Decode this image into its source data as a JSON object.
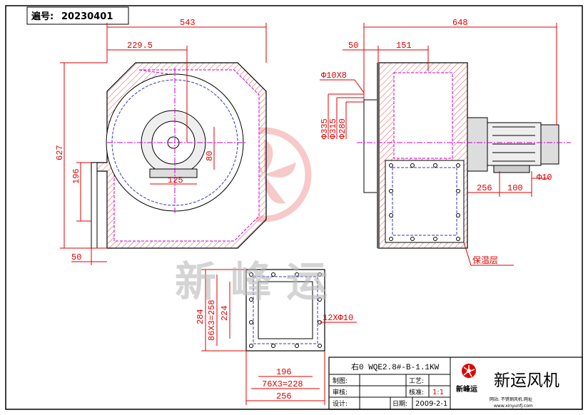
{
  "header": {
    "drawing_no_label": "遍号:",
    "drawing_no": "20230401"
  },
  "watermark": {
    "text": "新峰运"
  },
  "side_view": {
    "dims": {
      "overall_width": "543",
      "offset": "229.5",
      "height": "627",
      "outlet": "196",
      "flange": "50",
      "motor_h": "80",
      "motor_w": "125"
    }
  },
  "front_view": {
    "dims": {
      "overall_width": "648",
      "flange": "50",
      "depth": "151",
      "holes": "Φ10X8",
      "d1": "Φ335",
      "d2": "Φ315",
      "d3": "Φ280",
      "w256": "256",
      "w100": "100",
      "bolt": "Φ10"
    },
    "insulation_label": "保温层"
  },
  "flange_view": {
    "dims": {
      "h284": "284",
      "h258": "86X3=258",
      "h224": "224",
      "w196": "196",
      "w228": "76X3=228",
      "w256": "256",
      "holes": "12XΦ10"
    }
  },
  "title_block": {
    "model": "右0 WQE2.8#-B-1.1KW",
    "drawn_label": "制图:",
    "checked_label": "审核:",
    "design_label": "设计:",
    "process_label": "工艺:",
    "approve_label": "核准:",
    "scale": "1:1",
    "date_label": "日期:",
    "date": "2009-2-1",
    "logo_text": "新峰运",
    "company": "新运风机",
    "website_line": "网站: 不锈钢风机.网址",
    "url": "www.xinyunfj.com"
  },
  "colors": {
    "dimension": "#e00000",
    "hatch": "#e05050",
    "centerline": "#cc00cc",
    "watermark": "#f0b0b0"
  }
}
